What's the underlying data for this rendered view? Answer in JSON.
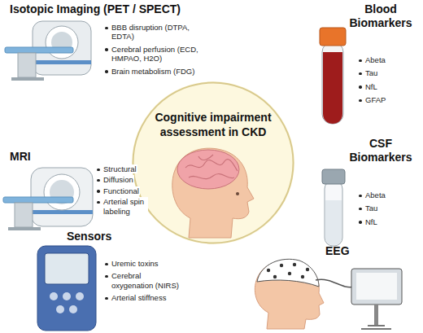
{
  "diagram": {
    "nodes": [
      {
        "text": [
          "Cognitive impairment assessment in CKD"
        ]
      }
    ],
    "labels": [
      "Isotopic Imaging (PET / SPECT)",
      "BBB disruption (DTPA, EDTA)",
      "Cerebral perfusion (ECD, HMPAO, H2O)",
      "Brain metabolism (FDG)",
      "Blood Biomarkers",
      "Abeta",
      "Tau",
      "NfL",
      "GFAP",
      "MRI",
      "Structural",
      "Diffusion",
      "Functional",
      "Arterial spin labeling",
      "CSF Biomarkers",
      "Abeta",
      "Tau",
      "NfL",
      "Sensors",
      "Uremic toxins",
      "Cerebral oxygenation (NIRS)",
      "Arterial stiffness",
      "EEG"
    ]
  }
}
